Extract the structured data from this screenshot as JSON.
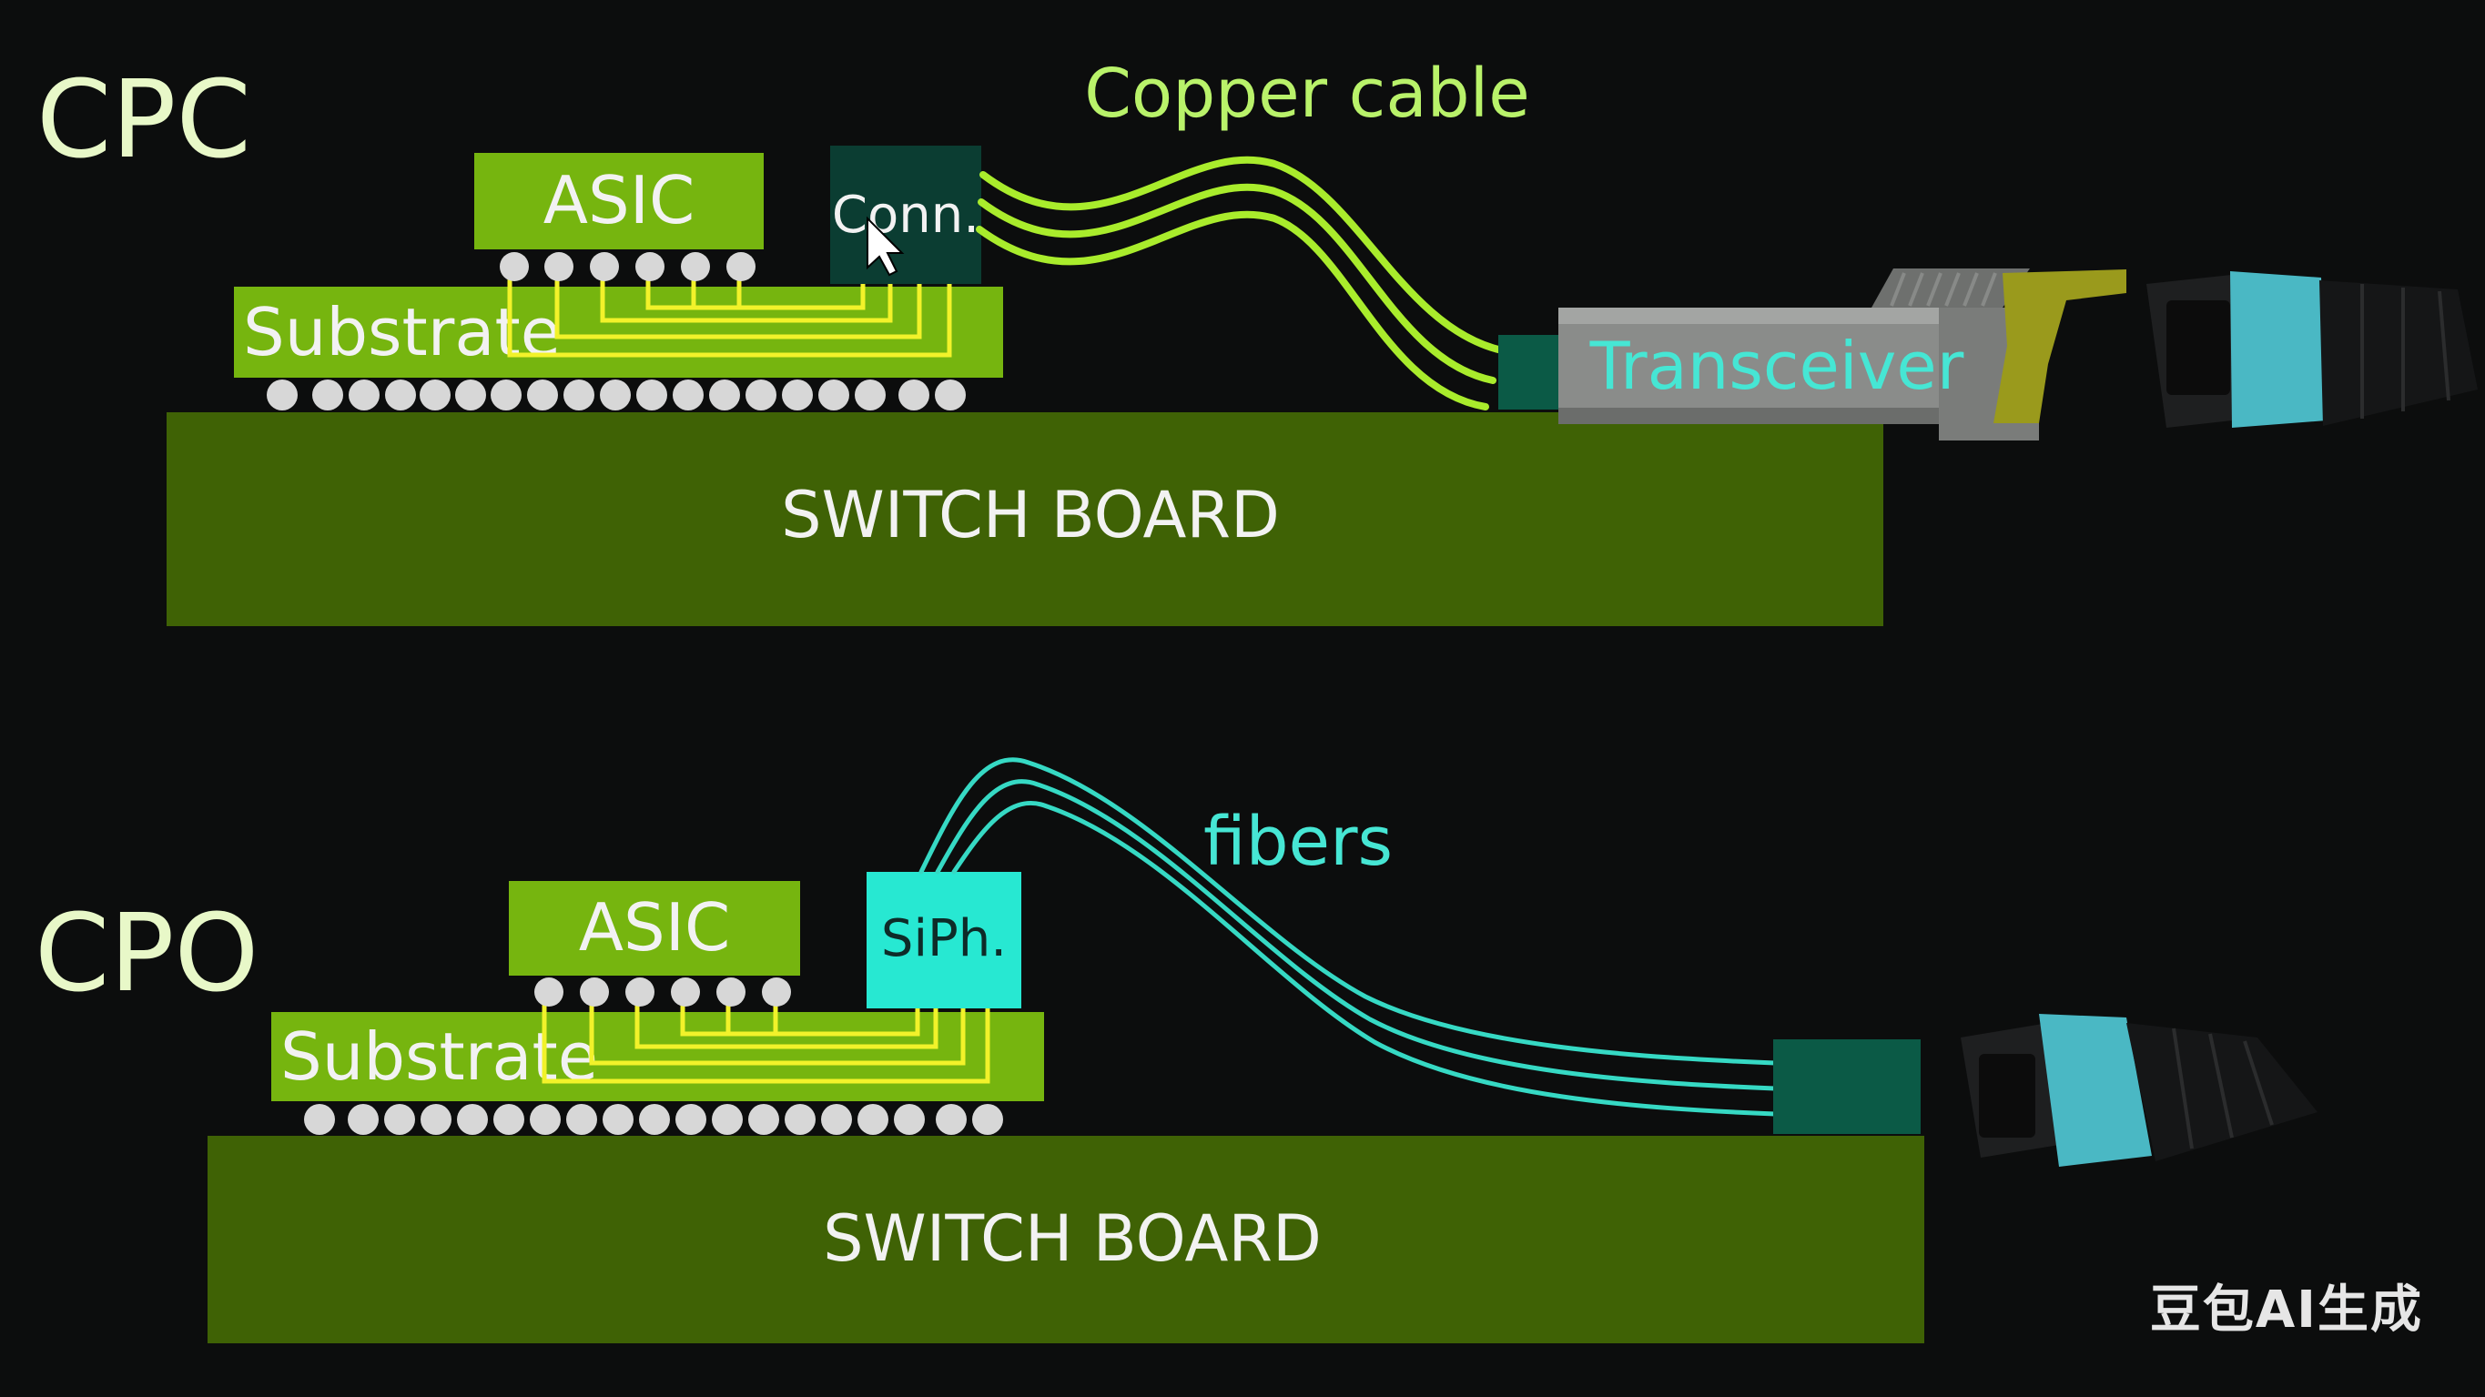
{
  "colors": {
    "background": "#0c0d0d",
    "board": "#3f6205",
    "chip": "#76b50f",
    "trace": "#f2f22a",
    "copper": "#a9ec2c",
    "fiber": "#36d9c4",
    "conn": "#0b3d32",
    "siph": "#27e8d2",
    "label_green": "#b9f26a",
    "label_cyan": "#46e6d4",
    "title": "#e8f8c8",
    "ball": "#d7d7d7"
  },
  "cpc": {
    "title": "CPC",
    "asic_label": "ASIC",
    "substrate_label": "Substrate",
    "connector_label": "Conn.",
    "cable_label": "Copper cable",
    "transceiver_label": "Transceiver",
    "board_label": "SWITCH BOARD",
    "plug_icon": "mpo-connector-icon"
  },
  "cpo": {
    "title": "CPO",
    "asic_label": "ASIC",
    "substrate_label": "Substrate",
    "siph_label": "SiPh.",
    "fiber_label": "fibers",
    "board_label": "SWITCH BOARD",
    "plug_icon": "mpo-connector-icon"
  },
  "watermark": "豆包AI生成"
}
